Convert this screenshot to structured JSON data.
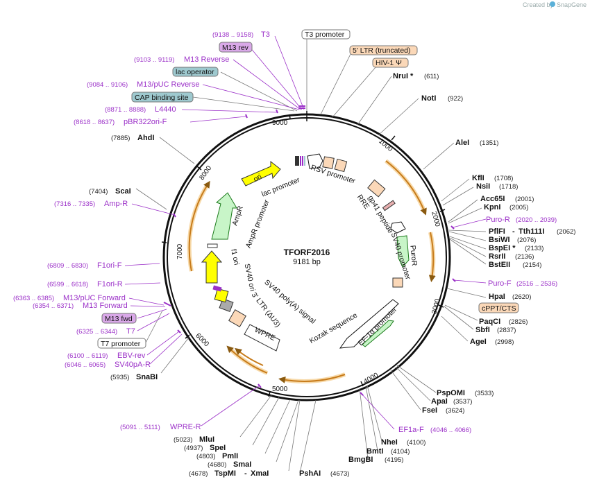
{
  "header": {
    "credit": "Created by",
    "brand": "SnapGene"
  },
  "plasmid": {
    "name": "TFORF2016",
    "size": "9181 bp"
  },
  "ticks": [
    "1000",
    "2000",
    "3000",
    "4000",
    "5000",
    "6000",
    "7000",
    "8000",
    "9000"
  ],
  "enzymes": {
    "nrui": {
      "name": "NruI *",
      "pos": "(611)"
    },
    "noti": {
      "name": "NotI",
      "pos": "(922)"
    },
    "alei": {
      "name": "AleI",
      "pos": "(1351)"
    },
    "kfli": {
      "name": "KflI",
      "pos": "(1708)"
    },
    "nsii": {
      "name": "NsiI",
      "pos": "(1718)"
    },
    "acc65i": {
      "name": "Acc65I",
      "pos": "(2001)"
    },
    "kpni": {
      "name": "KpnI",
      "pos": "(2005)"
    },
    "pflfi": {
      "name": "PflFI",
      "sep": "-",
      "name2": "Tth111I",
      "pos": "(2062)"
    },
    "bsiwi": {
      "name": "BsiWI",
      "pos": "(2076)"
    },
    "bspei": {
      "name": "BspEI *",
      "pos": "(2133)"
    },
    "rsrii": {
      "name": "RsrII",
      "pos": "(2136)"
    },
    "bsteii": {
      "name": "BstEII",
      "pos": "(2154)"
    },
    "hpai": {
      "name": "HpaI",
      "pos": "(2620)"
    },
    "paqci": {
      "name": "PaqCI",
      "pos": "(2826)"
    },
    "sbfi": {
      "name": "SbfI",
      "pos": "(2837)"
    },
    "agei": {
      "name": "AgeI",
      "pos": "(2998)"
    },
    "pspomi": {
      "name": "PspOMI",
      "pos": "(3533)"
    },
    "apai": {
      "name": "ApaI",
      "pos": "(3537)"
    },
    "fsei": {
      "name": "FseI",
      "pos": "(3624)"
    },
    "nhei": {
      "name": "NheI",
      "pos": "(4100)"
    },
    "bmti": {
      "name": "BmtI",
      "pos": "(4104)"
    },
    "bmgbi": {
      "name": "BmgBI",
      "pos": "(4195)"
    },
    "pshai": {
      "name": "PshAI",
      "pos": "(4673)"
    },
    "tspmi": {
      "pos": "(4678)",
      "name": "TspMI",
      "sep": "-",
      "name2": "XmaI"
    },
    "smai": {
      "pos": "(4680)",
      "name": "SmaI"
    },
    "pmli": {
      "pos": "(4803)",
      "name": "PmlI"
    },
    "spei": {
      "pos": "(4937)",
      "name": "SpeI"
    },
    "mlui": {
      "pos": "(5023)",
      "name": "MluI"
    },
    "snabi": {
      "pos": "(5935)",
      "name": "SnaBI"
    },
    "scai": {
      "pos": "(7404)",
      "name": "ScaI"
    },
    "ahdi": {
      "pos": "(7885)",
      "name": "AhdI"
    }
  },
  "primers": {
    "t3": {
      "pos": "(9138 .. 9158)",
      "name": "T3"
    },
    "m13rev_box": {
      "name": "M13 rev"
    },
    "m13reverse": {
      "pos": "(9103 .. 9119)",
      "name": "M13 Reverse"
    },
    "lacop_box": {
      "name": "lac operator"
    },
    "m13puc_rev": {
      "pos": "(9084 .. 9106)",
      "name": "M13/pUC Reverse"
    },
    "cap_box": {
      "name": "CAP binding site"
    },
    "l4440": {
      "pos": "(8871 .. 8888)",
      "name": "L4440"
    },
    "pbr322": {
      "pos": "(8618 .. 8637)",
      "name": "pBR322ori-F"
    },
    "ampr": {
      "pos": "(7316 .. 7335)",
      "name": "Amp-R"
    },
    "f1orif": {
      "pos": "(6809 .. 6830)",
      "name": "F1ori-F"
    },
    "f1orir": {
      "pos": "(6599 .. 6618)",
      "name": "F1ori-R"
    },
    "m13puc_fwd": {
      "pos": "(6363 .. 6385)",
      "name": "M13/pUC Forward"
    },
    "m13forward": {
      "pos": "(6354 .. 6371)",
      "name": "M13 Forward"
    },
    "m13fwd_box": {
      "name": "M13 fwd"
    },
    "t7": {
      "pos": "(6325 .. 6344)",
      "name": "T7"
    },
    "t7prom_box": {
      "name": "T7 promoter"
    },
    "ebvrev": {
      "pos": "(6100 .. 6119)",
      "name": "EBV-rev"
    },
    "sv40pa": {
      "pos": "(6046 .. 6065)",
      "name": "SV40pA-R"
    },
    "wprer": {
      "pos": "(5091 .. 5111)",
      "name": "WPRE-R"
    },
    "ef1af": {
      "name": "EF1a-F",
      "pos": "(4046 .. 4066)"
    },
    "purof": {
      "name": "Puro-F",
      "pos": "(2516 .. 2536)"
    },
    "puror": {
      "name": "Puro-R",
      "pos": "(2020 .. 2039)"
    }
  },
  "boxes": {
    "t3prom": "T3 promoter",
    "ltr5": "5' LTR (truncated)",
    "hiv1": "HIV-1 Ψ",
    "cppt": "cPPT/CTS"
  },
  "features": {
    "rsv": "RSV promoter",
    "rre": "RRE",
    "gp41": "gp41 peptide",
    "sv40prom": "SV40 promoter",
    "puror": "PuroR",
    "ef1a": "EF-1α promoter",
    "kozak": "Kozak sequence",
    "wpre": "WPRE",
    "ltr3": "3' LTR (ΔU3)",
    "sv40pa": "SV40 poly(A) signal",
    "sv40ori": "SV40 ori",
    "f1ori": "f1 ori",
    "ampr": "AmpR",
    "ampprom": "AmpR promoter",
    "ori": "ori",
    "lacprom": "lac promoter"
  },
  "colors": {
    "primer": "#9b30c8",
    "orf_arc": "#c77b1a",
    "orf_glow": "#f7d9a8",
    "ori_yellow": "#ffff00",
    "ampr_green": "#c8f5c8",
    "ltr_peach": "#fbd8b8",
    "lacop_blue": "#9ec9cf",
    "primer_box": "#d9a8e8"
  }
}
